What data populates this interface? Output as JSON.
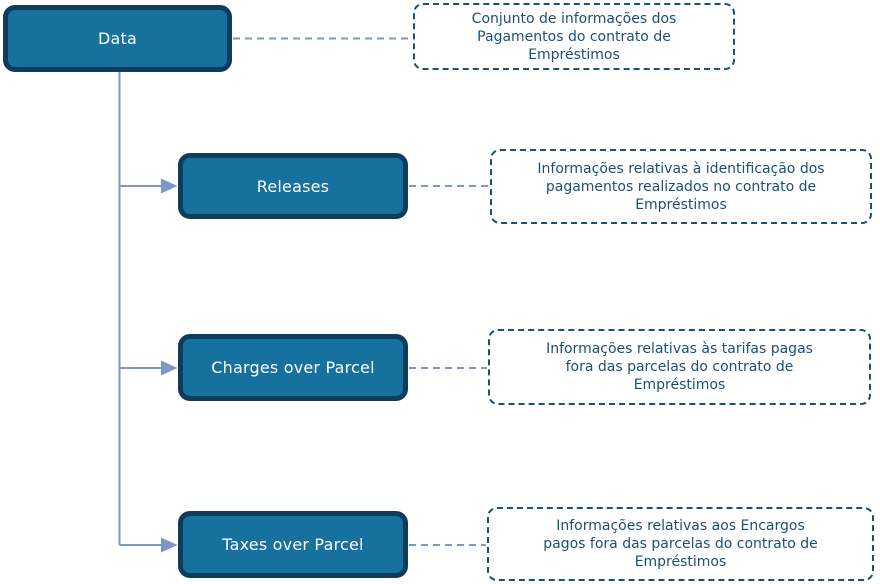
{
  "diagram": {
    "root": {
      "label": "Data",
      "description": "Conjunto de informações dos\nPagamentos do contrato de\nEmpréstimos"
    },
    "children": [
      {
        "label": "Releases",
        "description": "Informações relativas à identificação dos\npagamentos realizados no contrato de\nEmpréstimos"
      },
      {
        "label": "Charges over Parcel",
        "description": "Informações relativas às tarifas pagas\nfora das parcelas do contrato de\nEmpréstimos"
      },
      {
        "label": "Taxes over Parcel",
        "description": "Informações relativas aos Encargos\npagos fora das parcelas do contrato de\nEmpréstimos"
      }
    ],
    "colors": {
      "node_fill": "#17719F",
      "node_border": "#0E3D5C",
      "node_text": "#FFFFFF",
      "annotation_border": "#17517C",
      "annotation_text": "#1B5078",
      "connector": "#7E96C8"
    }
  }
}
